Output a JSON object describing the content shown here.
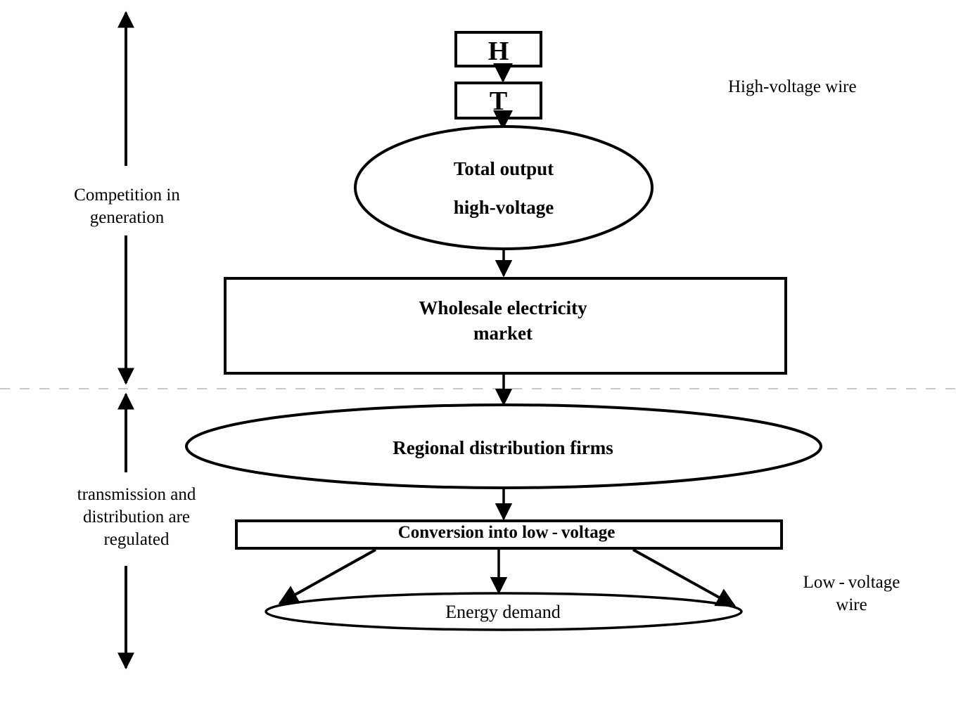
{
  "diagram": {
    "title": "Electricity market structure flow diagram",
    "background": "#ffffff",
    "stroke_color": "#000000",
    "divider_color": "#cccccc",
    "nodes": {
      "h_box": "H",
      "t_box": "T",
      "total_output": "Total output\nhigh-voltage",
      "wholesale_market": "Wholesale electricity\nmarket",
      "regional_firms": "Regional distribution firms",
      "conversion": "Conversion into low - voltage",
      "energy_demand": "Energy demand"
    },
    "annotations": {
      "competition": "Competition in\ngeneration",
      "regulated": "transmission and\ndistribution are\nregulated",
      "high_voltage_wire": "High-voltage wire",
      "low_voltage_wire": "Low - voltage\nwire"
    }
  }
}
